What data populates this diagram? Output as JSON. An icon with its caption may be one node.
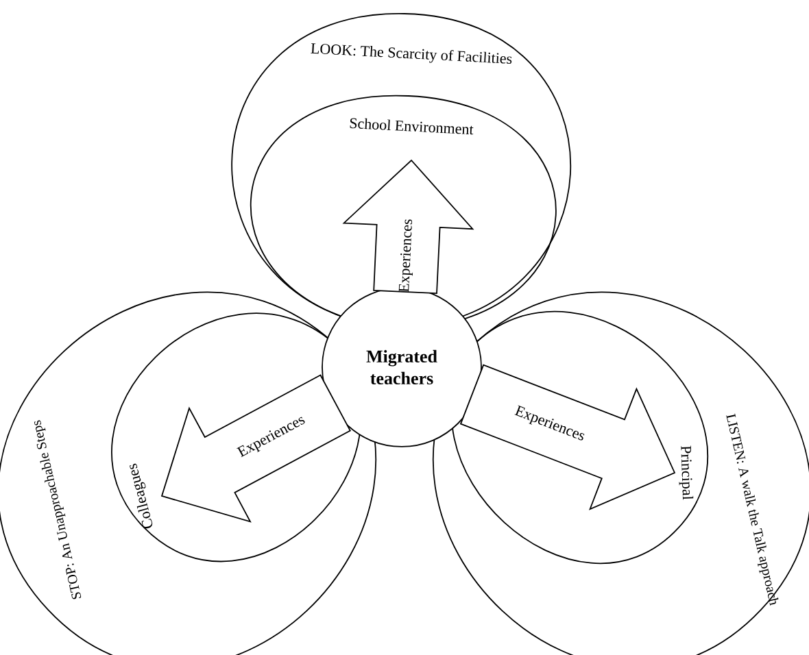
{
  "diagram": {
    "nodes": [
      {
        "text": [
          "LOOK: The Scarcity of Facilities"
        ]
      },
      {
        "text": [
          "School Environment"
        ],
        "in": 0
      },
      {
        "text": [
          "Migrated teachers"
        ]
      },
      {
        "text": [
          "STOP: An Unapproachable Steps"
        ]
      },
      {
        "text": [
          "Colleagues"
        ],
        "in": 3
      },
      {
        "text": [
          "LISTEN: A walk the Talk approach"
        ]
      },
      {
        "text": [
          "Principal"
        ],
        "in": 5
      }
    ],
    "edges": [
      {
        "from": 2,
        "to": 1,
        "arrow": "to",
        "label": "Experiences"
      },
      {
        "from": 2,
        "to": 4,
        "arrow": "to",
        "label": "Experiences"
      },
      {
        "from": 2,
        "to": 6,
        "arrow": "to",
        "label": "Experiences"
      }
    ]
  }
}
